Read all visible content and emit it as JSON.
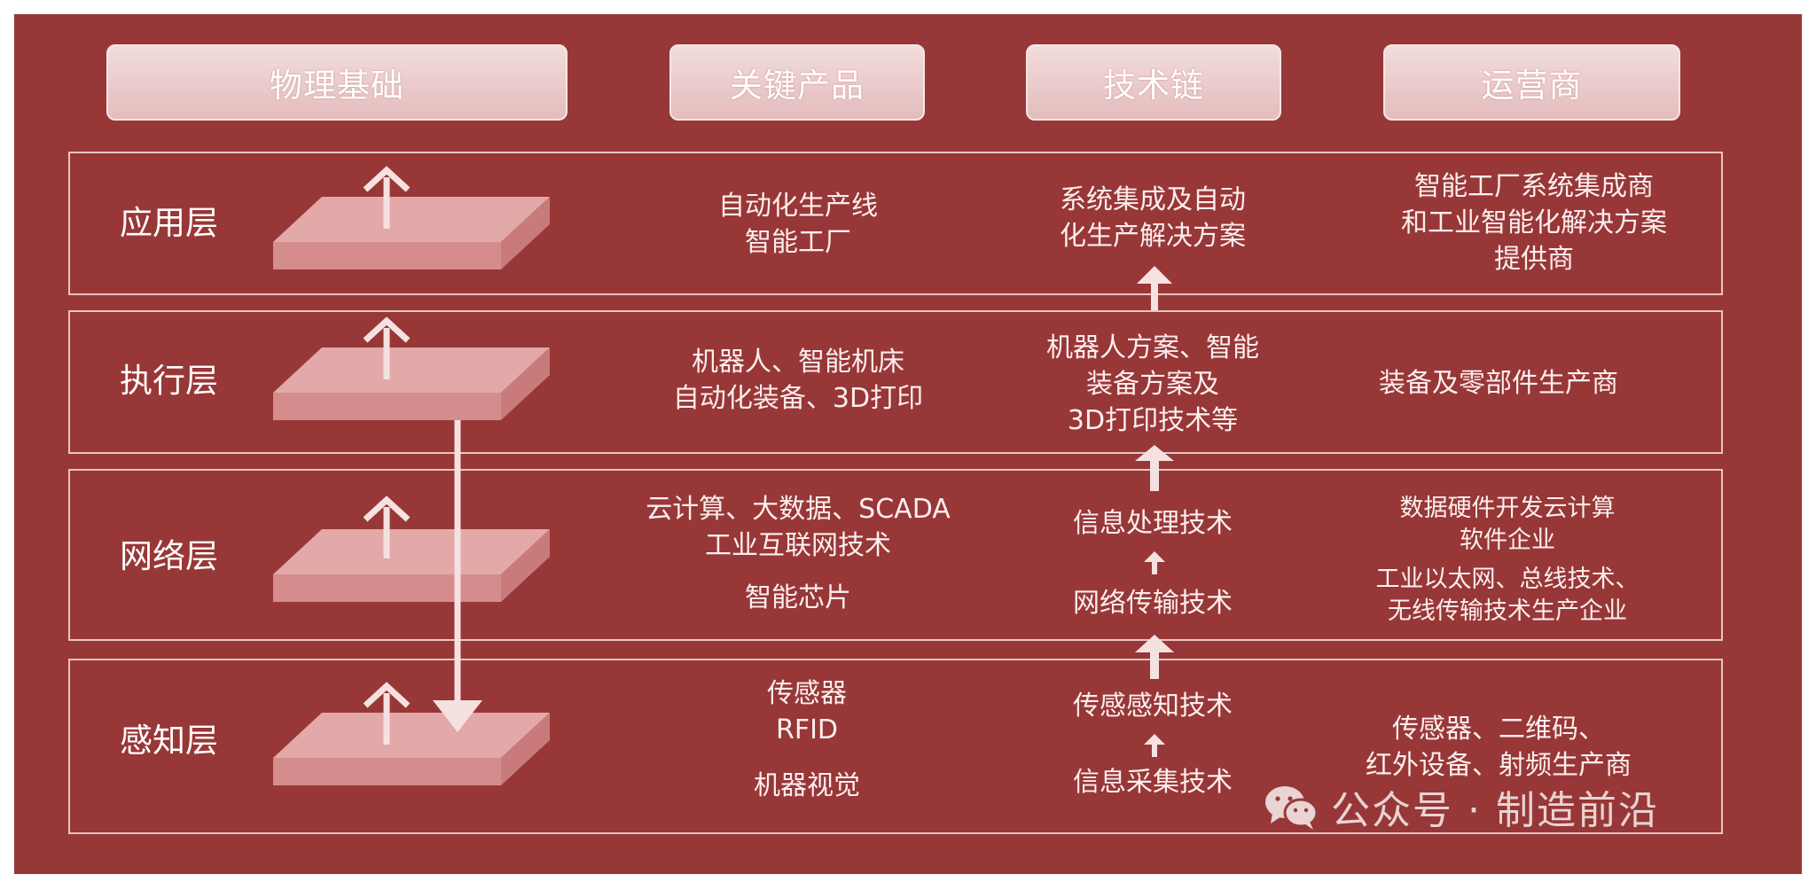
{
  "headers": {
    "physical": "物理基础",
    "products": "关键产品",
    "tech": "技术链",
    "operators": "运营商"
  },
  "layers": {
    "application": {
      "name": "应用层",
      "products": [
        "自动化生产线",
        "智能工厂"
      ],
      "tech": [
        "系统集成及自动",
        "化生产解决方案"
      ],
      "operators": [
        "智能工厂系统集成商",
        "和工业智能化解决方案",
        "提供商"
      ]
    },
    "execution": {
      "name": "执行层",
      "products": [
        "机器人、智能机床",
        "自动化装备、3D打印"
      ],
      "tech": [
        "机器人方案、智能",
        "装备方案及",
        "3D打印技术等"
      ],
      "operators": [
        "装备及零部件生产商"
      ]
    },
    "network": {
      "name": "网络层",
      "products": [
        "云计算、大数据、SCADA",
        "工业互联网技术"
      ],
      "products_extra": "智能芯片",
      "tech": [
        "信息处理技术",
        "网络传输技术"
      ],
      "operators": [
        "数据硬件开发云计算",
        "软件企业"
      ],
      "operators_extra": [
        "工业以太网、总线技术、",
        "无线传输技术生产企业"
      ]
    },
    "perception": {
      "name": "感知层",
      "products": [
        "传感器",
        "RFID"
      ],
      "products_extra": "机器视觉",
      "tech": [
        "传感感知技术",
        "信息采集技术"
      ],
      "operators": [
        "传感器、二维码、",
        "红外设备、射频生产商"
      ]
    }
  },
  "watermark": {
    "icon": "wechat-icon",
    "text": "公众号 · 制造前沿"
  },
  "colors": {
    "background": "#983737",
    "header": "#ecd0d0",
    "slab_top": "#e3a8a8",
    "slab_side": "#d38f8f",
    "arrow": "#f6e1e1",
    "border": "#e7c4c4"
  }
}
